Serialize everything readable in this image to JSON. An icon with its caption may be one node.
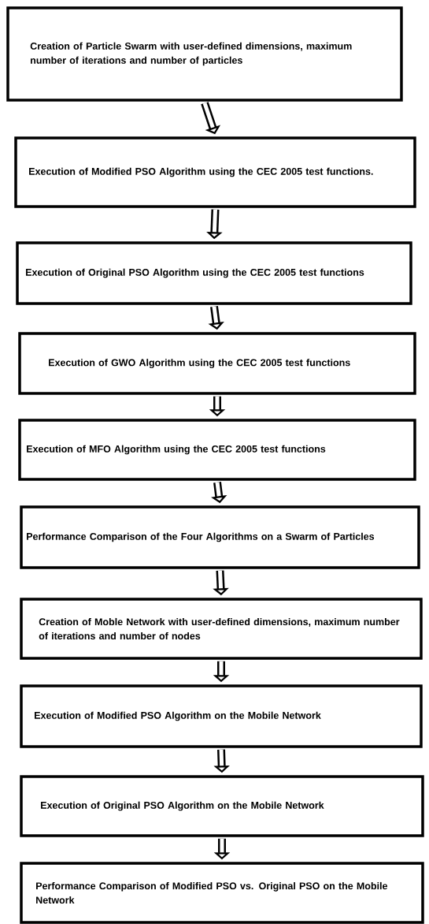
{
  "diagram": {
    "nodes": [
      {
        "text": [
          "Creation of Particle Swarm with user-defined dimensions, maximum number of iterations and number of particles"
        ]
      },
      {
        "text": [
          "Execution of Modified PSO Algorithm using the CEC 2005 test functions."
        ]
      },
      {
        "text": [
          "Execution of Original PSO Algorithm using the CEC 2005 test functions"
        ]
      },
      {
        "text": [
          "Execution of GWO Algorithm using the CEC 2005 test functions"
        ]
      },
      {
        "text": [
          "Execution of MFO Algorithm using the CEC 2005 test functions"
        ]
      },
      {
        "text": [
          "Performance Comparison of the Four Algorithms on a Swarm of Particles"
        ]
      },
      {
        "text": [
          "Creation of Moble Network with user-defined dimensions, maximum number of iterations and number of nodes"
        ]
      },
      {
        "text": [
          "Execution of Modified PSO Algorithm on the Mobile Network"
        ]
      },
      {
        "text": [
          "Execution of Original PSO Algorithm on the Mobile Network"
        ]
      },
      {
        "text": [
          "Performance Comparison of Modified PSO vs. Original PSO on the Mobile Network"
        ]
      }
    ],
    "edges": [
      {
        "from": 0,
        "to": 1,
        "arrow": "to"
      },
      {
        "from": 1,
        "to": 2,
        "arrow": "to"
      },
      {
        "from": 2,
        "to": 3,
        "arrow": "to"
      },
      {
        "from": 3,
        "to": 4,
        "arrow": "to"
      },
      {
        "from": 4,
        "to": 5,
        "arrow": "to"
      },
      {
        "from": 5,
        "to": 6,
        "arrow": "to"
      },
      {
        "from": 6,
        "to": 7,
        "arrow": "to"
      },
      {
        "from": 7,
        "to": 8,
        "arrow": "to"
      },
      {
        "from": 8,
        "to": 9,
        "arrow": "to"
      }
    ]
  }
}
